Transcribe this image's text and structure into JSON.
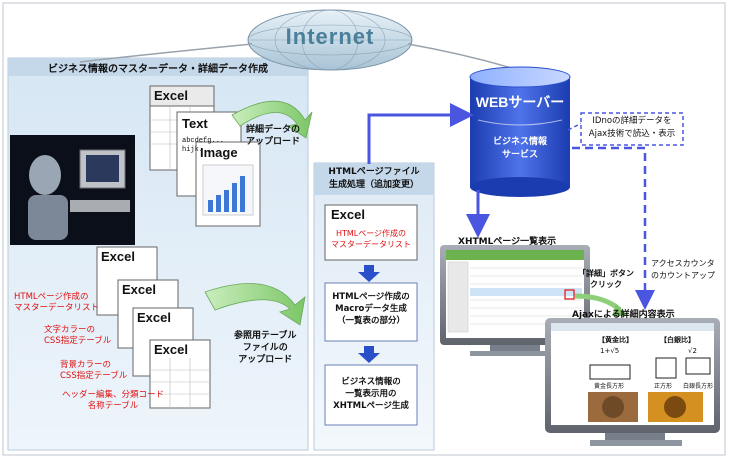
{
  "internet_label": "Internet",
  "left_panel": {
    "title": "ビジネス情報のマスターデータ・詳細データ作成",
    "doc_types": [
      "Excel",
      "Text",
      "Image"
    ],
    "text_sample_line1": "abcdefg...",
    "text_sample_line2": "hijk...",
    "upload_detail": [
      "詳細データの",
      "アップロード"
    ],
    "ref_sheets": [
      "Excel",
      "Excel",
      "Excel",
      "Excel"
    ],
    "ref_labels": [
      [
        "HTMLページ作成の",
        "マスターデータリスト"
      ],
      [
        "文字カラーの",
        "CSS指定テーブル"
      ],
      [
        "背景カラーの",
        "CSS指定テーブル"
      ],
      [
        "ヘッダー編集、分類コード",
        "名称テーブル"
      ]
    ],
    "upload_ref": [
      "参照用テーブル",
      "ファイルの",
      "アップロード"
    ]
  },
  "middle_panel": {
    "title": [
      "HTMLページファイル",
      "生成処理（追加変更）"
    ],
    "excel_label": "Excel",
    "excel_caption": [
      "HTMLページ作成の",
      "マスターデータリスト"
    ],
    "step2": [
      "HTMLページ作成の",
      "Macroデータ生成",
      "（一覧表の部分）"
    ],
    "step3": [
      "ビジネス情報の",
      "一覧表示用の",
      "XHTMLページ生成"
    ]
  },
  "server": {
    "title": "WEBサーバー",
    "db_label": [
      "ビジネス情報",
      "サービス"
    ]
  },
  "callout_ajax": [
    "IDnoの詳細データを",
    "Ajax技術で読込・表示"
  ],
  "xhtml_list_label": "XHTMLページ一覧表示",
  "click_label": [
    "「詳細」ボタン",
    "クリック"
  ],
  "counter_label": [
    "アクセスカウンタ",
    "のカウントアップ"
  ],
  "ajax_detail_label": "Ajaxによる詳細内容表示",
  "detail_screen": {
    "left_title": "【黄金比】",
    "right_title": "【白銀比】",
    "left_formula": "1+√5",
    "right_formula": "√2",
    "left_shape": "黄金長方形",
    "mid_shape": "正方形",
    "right_shape": "白銀長方形"
  },
  "colors": {
    "panel_bg": "#e8f2fa",
    "panel_header": "#c8dced",
    "server_blue": "#2a4fc9",
    "arrow_blue": "#4a56e0",
    "red_text": "#e01010",
    "green_arrow": "#8fcf7a"
  }
}
